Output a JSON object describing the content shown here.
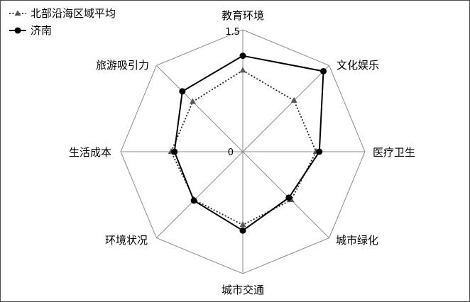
{
  "chart_data": {
    "type": "radar",
    "title": "",
    "categories": [
      "教育环境",
      "文化娱乐",
      "医疗卫生",
      "城市绿化",
      "城市交通",
      "环境状况",
      "生活成本",
      "旅游吸引力"
    ],
    "range": [
      0,
      1.5
    ],
    "tick_labels": {
      "min": "0",
      "max": "1.5"
    },
    "grid": true,
    "legend_position": "top-left",
    "series": [
      {
        "name": "北部沿海区域平均",
        "values": [
          1.0,
          0.89,
          0.9,
          0.84,
          0.9,
          0.84,
          0.88,
          0.87
        ],
        "color": "#222222",
        "line_style": "dotted",
        "marker": "triangle"
      },
      {
        "name": "济南",
        "values": [
          1.18,
          1.4,
          0.94,
          0.8,
          0.97,
          0.85,
          0.84,
          1.05
        ],
        "color": "#000000",
        "line_style": "solid",
        "marker": "circle"
      }
    ]
  }
}
